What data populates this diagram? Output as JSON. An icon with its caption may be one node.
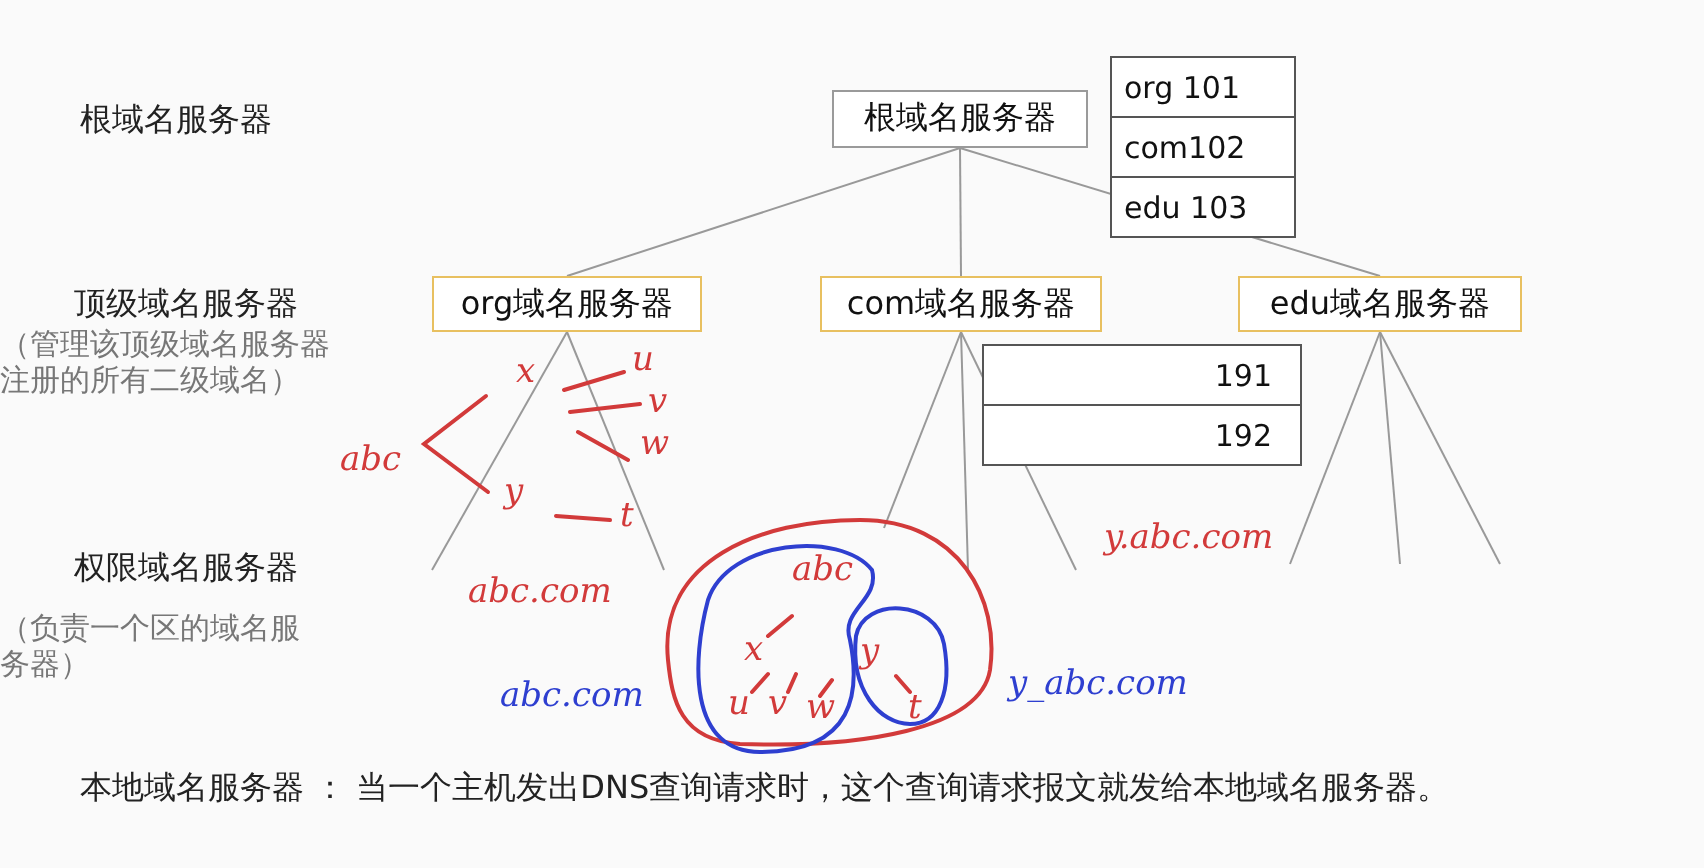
{
  "diagram": {
    "nodes": [
      {
        "text": [
          "根域名服务器"
        ]
      },
      {
        "text": [
          "org域名服务器"
        ]
      },
      {
        "text": [
          "com域名服务器"
        ]
      },
      {
        "text": [
          "edu域名服务器"
        ]
      }
    ],
    "edges": [
      {
        "from": 0,
        "to": 1,
        "arrow": "none"
      },
      {
        "from": 0,
        "to": 2,
        "arrow": "none"
      },
      {
        "from": 0,
        "to": 3,
        "arrow": "none"
      },
      {
        "from": 1,
        "to": null,
        "arrow": "none"
      },
      {
        "from": 1,
        "to": null,
        "arrow": "none"
      },
      {
        "from": 2,
        "to": null,
        "arrow": "none"
      },
      {
        "from": 2,
        "to": null,
        "arrow": "none"
      },
      {
        "from": 2,
        "to": null,
        "arrow": "none"
      },
      {
        "from": 3,
        "to": null,
        "arrow": "none"
      },
      {
        "from": 3,
        "to": null,
        "arrow": "none"
      },
      {
        "from": 3,
        "to": null,
        "arrow": "none"
      }
    ],
    "labels": [
      "根域名服务器",
      "顶级域名服务器",
      "（管理该顶级域名服务器注册的所有二级域名）",
      "权限域名服务器",
      "（负责一个区的域名服务器）",
      "org 101",
      "com102",
      "edu 103",
      "191",
      "192",
      "abc",
      "x",
      "u",
      "v",
      "w",
      "y",
      "t",
      "abc.com",
      "y.abc.com",
      "abc",
      "x",
      "u",
      "v",
      "w",
      "y",
      "t",
      "abc.com",
      "y_abc.com",
      "本地域名服务器 ： 当一个主机发出DNS查询请求时，这个查询请求报文就发给本地域名服务器。"
    ]
  }
}
